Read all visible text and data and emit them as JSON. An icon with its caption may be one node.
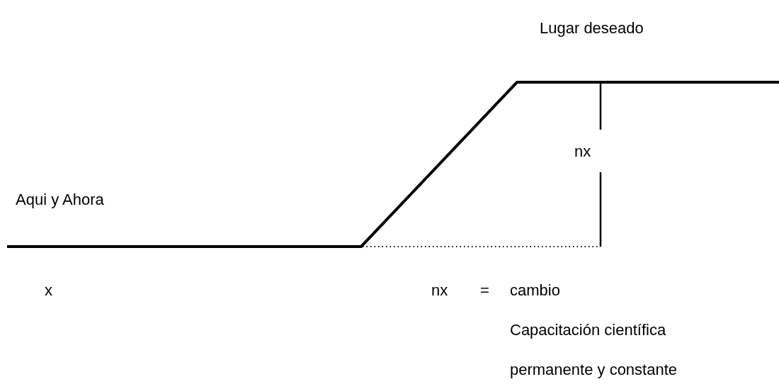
{
  "diagram": {
    "labels": [
      "Lugar deseado",
      "nx",
      "Aqui y Ahora",
      "x",
      "nx",
      "=",
      "cambio",
      "Capacitación científica",
      "permanente y constante"
    ]
  }
}
